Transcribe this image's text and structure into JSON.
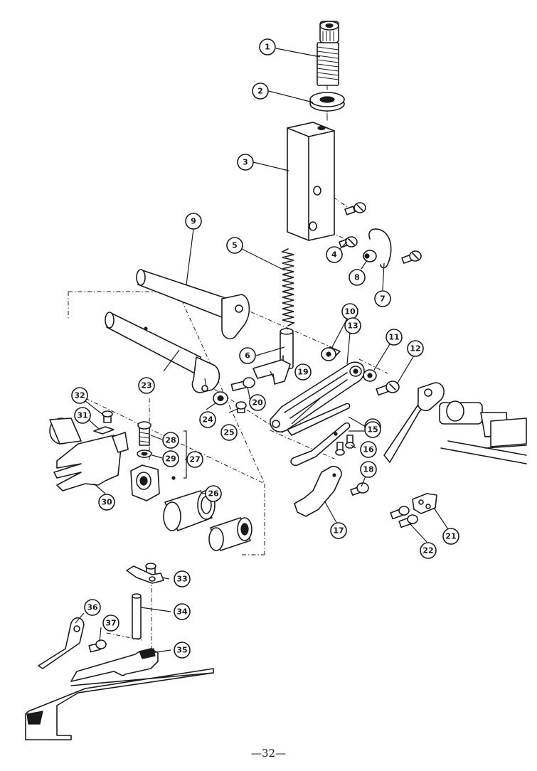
{
  "page": {
    "number": "—32—"
  },
  "callouts": [
    "1",
    "2",
    "3",
    "4",
    "5",
    "6",
    "7",
    "8",
    "9",
    "10",
    "11",
    "12",
    "13",
    "14",
    "15",
    "16",
    "17",
    "18",
    "19",
    "20",
    "21",
    "22",
    "23",
    "24",
    "25",
    "26",
    "27",
    "28",
    "29",
    "30",
    "31",
    "32",
    "33",
    "34",
    "35",
    "36",
    "37"
  ],
  "palette": {
    "ink": "#1a1a1a",
    "paper": "#ffffff"
  }
}
